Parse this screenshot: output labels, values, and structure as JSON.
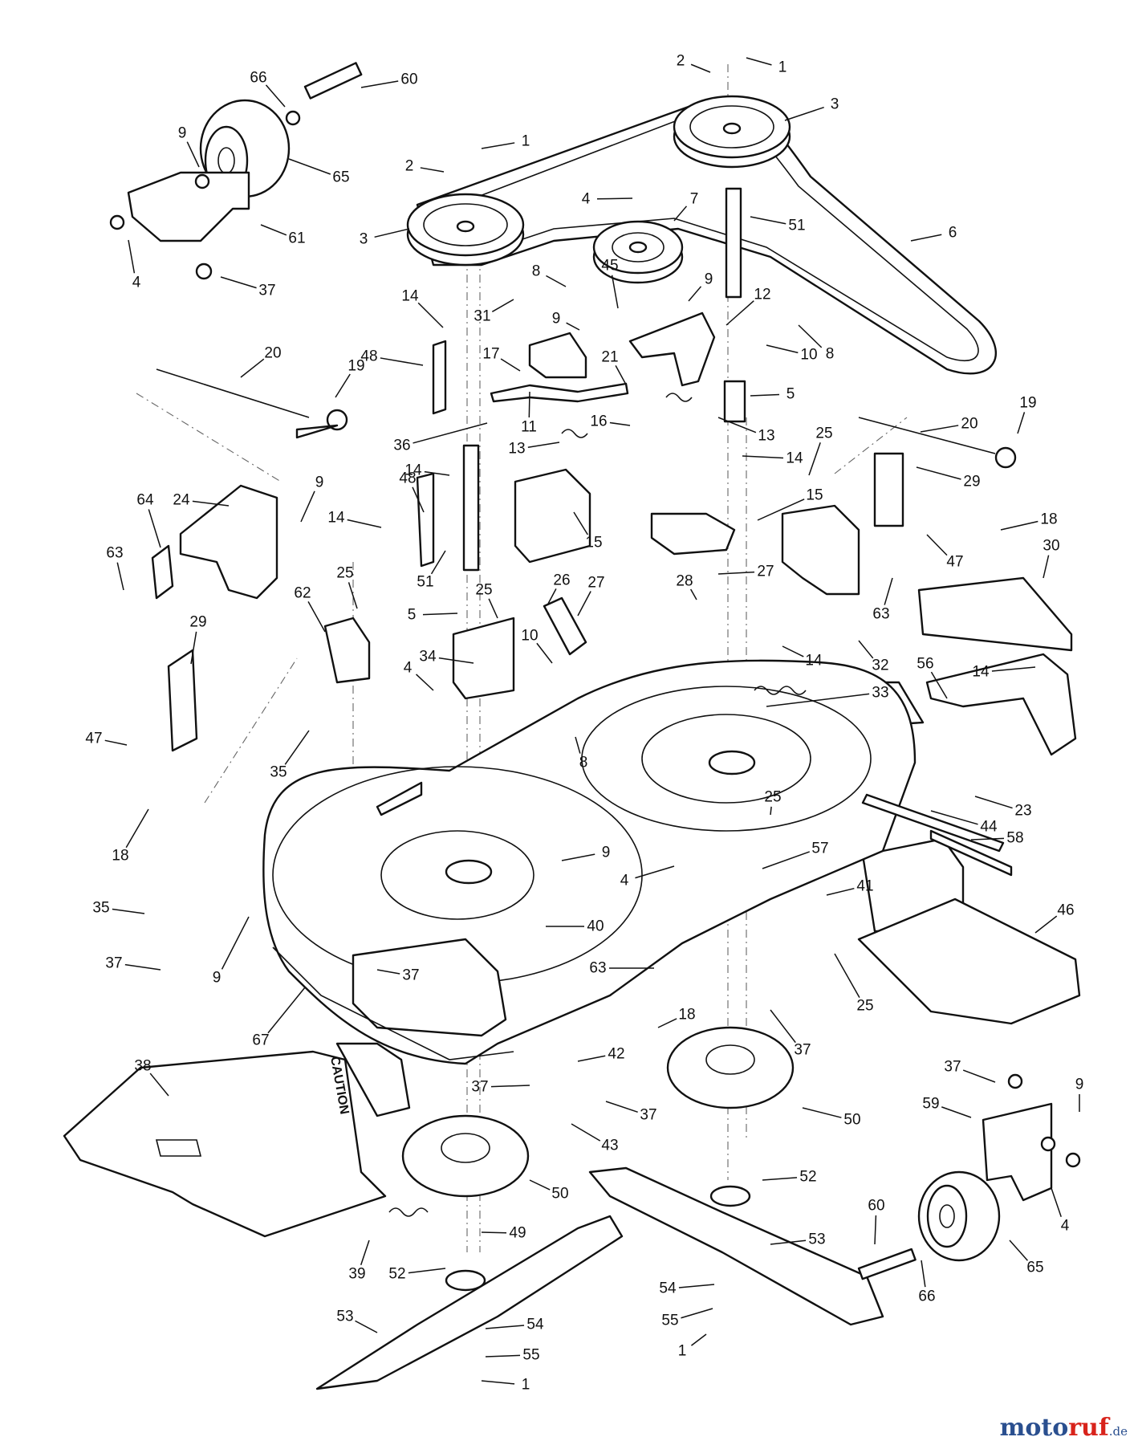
{
  "diagram": {
    "callouts": [
      {
        "id": "c01",
        "text": "1"
      },
      {
        "id": "c02",
        "text": "2"
      },
      {
        "id": "c03",
        "text": "3"
      },
      {
        "id": "c04",
        "text": "66"
      },
      {
        "id": "c05",
        "text": "60"
      },
      {
        "id": "c06",
        "text": "9"
      },
      {
        "id": "c07",
        "text": "65"
      },
      {
        "id": "c08",
        "text": "61"
      },
      {
        "id": "c09",
        "text": "4"
      },
      {
        "id": "c10",
        "text": "37"
      },
      {
        "id": "c11",
        "text": "1"
      },
      {
        "id": "c12",
        "text": "2"
      },
      {
        "id": "c13",
        "text": "3"
      },
      {
        "id": "c14",
        "text": "4"
      },
      {
        "id": "c15",
        "text": "7"
      },
      {
        "id": "c16",
        "text": "51"
      },
      {
        "id": "c17",
        "text": "6"
      },
      {
        "id": "c18",
        "text": "8"
      },
      {
        "id": "c19",
        "text": "45"
      },
      {
        "id": "c20",
        "text": "9"
      },
      {
        "id": "c21",
        "text": "12"
      },
      {
        "id": "c22",
        "text": "14"
      },
      {
        "id": "c23",
        "text": "31"
      },
      {
        "id": "c24",
        "text": "9"
      },
      {
        "id": "c25",
        "text": "8"
      },
      {
        "id": "c26",
        "text": "10"
      },
      {
        "id": "c27",
        "text": "20"
      },
      {
        "id": "c28",
        "text": "48"
      },
      {
        "id": "c29",
        "text": "17"
      },
      {
        "id": "c30",
        "text": "21"
      },
      {
        "id": "c31",
        "text": "19"
      },
      {
        "id": "c32",
        "text": "11"
      },
      {
        "id": "c33",
        "text": "5"
      },
      {
        "id": "c34",
        "text": "36"
      },
      {
        "id": "c35",
        "text": "13"
      },
      {
        "id": "c36",
        "text": "16"
      },
      {
        "id": "c37",
        "text": "13"
      },
      {
        "id": "c38",
        "text": "19"
      },
      {
        "id": "c39",
        "text": "20"
      },
      {
        "id": "c40",
        "text": "25"
      },
      {
        "id": "c41",
        "text": "14"
      },
      {
        "id": "c42",
        "text": "29"
      },
      {
        "id": "c43",
        "text": "14"
      },
      {
        "id": "c44",
        "text": "9"
      },
      {
        "id": "c45",
        "text": "48"
      },
      {
        "id": "c46",
        "text": "24"
      },
      {
        "id": "c47",
        "text": "64"
      },
      {
        "id": "c48",
        "text": "14"
      },
      {
        "id": "c49",
        "text": "15"
      },
      {
        "id": "c50",
        "text": "15"
      },
      {
        "id": "c51",
        "text": "18"
      },
      {
        "id": "c52",
        "text": "63"
      },
      {
        "id": "c53",
        "text": "51"
      },
      {
        "id": "c54",
        "text": "30"
      },
      {
        "id": "c55",
        "text": "47"
      },
      {
        "id": "c56",
        "text": "25"
      },
      {
        "id": "c57",
        "text": "26"
      },
      {
        "id": "c58",
        "text": "27"
      },
      {
        "id": "c59",
        "text": "28"
      },
      {
        "id": "c60",
        "text": "27"
      },
      {
        "id": "c61",
        "text": "62"
      },
      {
        "id": "c62",
        "text": "25"
      },
      {
        "id": "c63",
        "text": "5"
      },
      {
        "id": "c64",
        "text": "63"
      },
      {
        "id": "c65",
        "text": "29"
      },
      {
        "id": "c66",
        "text": "10"
      },
      {
        "id": "c67",
        "text": "34"
      },
      {
        "id": "c68",
        "text": "14"
      },
      {
        "id": "c69",
        "text": "32"
      },
      {
        "id": "c70",
        "text": "56"
      },
      {
        "id": "c71",
        "text": "14"
      },
      {
        "id": "c72",
        "text": "4"
      },
      {
        "id": "c73",
        "text": "33"
      },
      {
        "id": "c74",
        "text": "47"
      },
      {
        "id": "c75",
        "text": "35"
      },
      {
        "id": "c76",
        "text": "8"
      },
      {
        "id": "c77",
        "text": "25"
      },
      {
        "id": "c78",
        "text": "23"
      },
      {
        "id": "c79",
        "text": "44"
      },
      {
        "id": "c80",
        "text": "18"
      },
      {
        "id": "c81",
        "text": "58"
      },
      {
        "id": "c82",
        "text": "9"
      },
      {
        "id": "c83",
        "text": "57"
      },
      {
        "id": "c84",
        "text": "4"
      },
      {
        "id": "c85",
        "text": "41"
      },
      {
        "id": "c86",
        "text": "35"
      },
      {
        "id": "c87",
        "text": "46"
      },
      {
        "id": "c88",
        "text": "40"
      },
      {
        "id": "c89",
        "text": "37"
      },
      {
        "id": "c90",
        "text": "9"
      },
      {
        "id": "c91",
        "text": "37"
      },
      {
        "id": "c92",
        "text": "63"
      },
      {
        "id": "c93",
        "text": "25"
      },
      {
        "id": "c94",
        "text": "67"
      },
      {
        "id": "c95",
        "text": "18"
      },
      {
        "id": "c96",
        "text": "37"
      },
      {
        "id": "c97",
        "text": "38"
      },
      {
        "id": "c98",
        "text": "42"
      },
      {
        "id": "c99",
        "text": "37"
      },
      {
        "id": "c100",
        "text": "37"
      },
      {
        "id": "c101",
        "text": "9"
      },
      {
        "id": "c102",
        "text": "37"
      },
      {
        "id": "c103",
        "text": "50"
      },
      {
        "id": "c104",
        "text": "59"
      },
      {
        "id": "c105",
        "text": "43"
      },
      {
        "id": "c106",
        "text": "50"
      },
      {
        "id": "c107",
        "text": "52"
      },
      {
        "id": "c108",
        "text": "60"
      },
      {
        "id": "c109",
        "text": "4"
      },
      {
        "id": "c110",
        "text": "49"
      },
      {
        "id": "c111",
        "text": "53"
      },
      {
        "id": "c112",
        "text": "65"
      },
      {
        "id": "c113",
        "text": "39"
      },
      {
        "id": "c114",
        "text": "52"
      },
      {
        "id": "c115",
        "text": "54"
      },
      {
        "id": "c116",
        "text": "66"
      },
      {
        "id": "c117",
        "text": "53"
      },
      {
        "id": "c118",
        "text": "55"
      },
      {
        "id": "c119",
        "text": "54"
      },
      {
        "id": "c120",
        "text": "1"
      },
      {
        "id": "c121",
        "text": "55"
      },
      {
        "id": "c122",
        "text": "1"
      }
    ],
    "deck_stamp": "CAUTION"
  },
  "watermark": {
    "part1": "moto",
    "part2": "ruf",
    "part3": ".de"
  }
}
